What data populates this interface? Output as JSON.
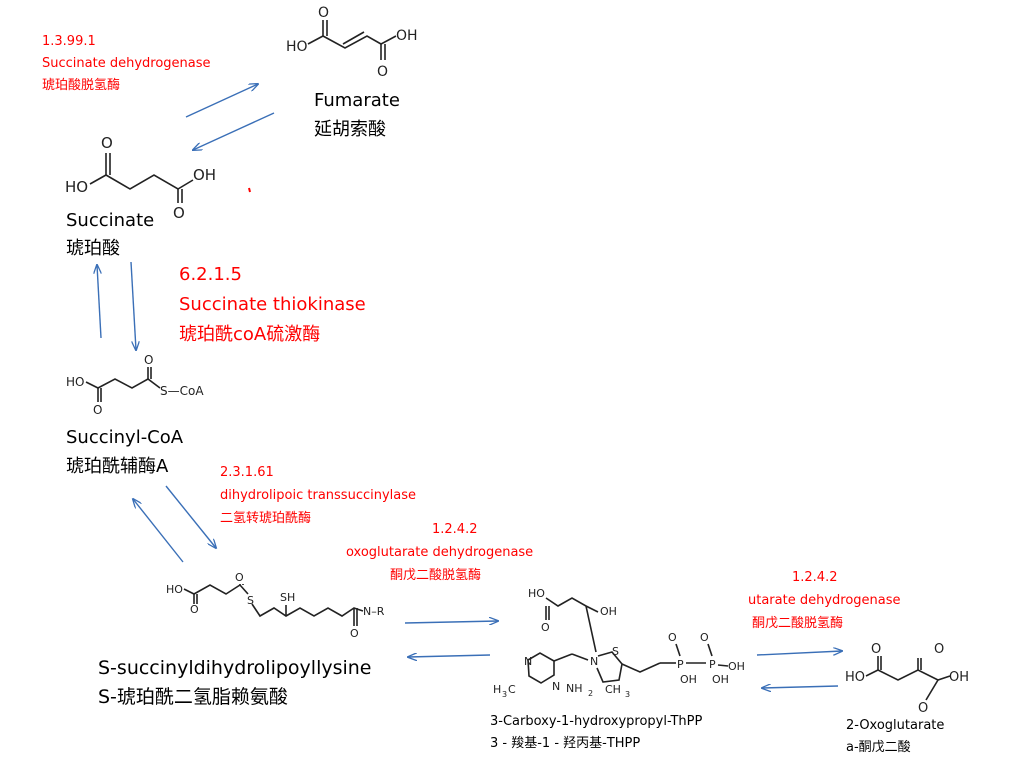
{
  "colors": {
    "enzyme": "#ff0000",
    "arrow": "#3a6fb7",
    "text": "#000000",
    "structure": "#222222"
  },
  "enzymes": [
    {
      "id": "sdh",
      "ec": "1.3.99.1",
      "name_en": "Succinate dehydrogenase",
      "name_zh": "琥珀酸脱氢酶"
    },
    {
      "id": "stk",
      "ec": "6.2.1.5",
      "name_en": "Succinate thiokinase",
      "name_zh": "琥珀酰coA硫激酶"
    },
    {
      "id": "dlst",
      "ec": "2.3.1.61",
      "name_en": "dihydrolipoic transsuccinylase",
      "name_zh": "二氢转琥珀酰酶"
    },
    {
      "id": "ogdh1",
      "ec": "1.2.4.2",
      "name_en": "oxoglutarate dehydrogenase",
      "name_zh": "酮戊二酸脱氢酶"
    },
    {
      "id": "ogdh2",
      "ec": "1.2.4.2",
      "name_en": "utarate dehydrogenase",
      "name_zh": "酮戊二酸脱氢酶"
    }
  ],
  "compounds": [
    {
      "id": "fumarate",
      "name_en": "Fumarate",
      "name_zh": "延胡索酸"
    },
    {
      "id": "succinate",
      "name_en": "Succinate",
      "name_zh": "琥珀酸"
    },
    {
      "id": "succinyl_coa",
      "name_en": "Succinyl-CoA",
      "name_zh": "琥珀酰辅酶A"
    },
    {
      "id": "s_succinyl",
      "name_en": "S-succinyldihydrolipoyllysine",
      "name_zh": "S-琥珀酰二氢脂赖氨酸"
    },
    {
      "id": "carboxy_thpp",
      "name_en": "3-Carboxy-1-hydroxypropyl-ThPP",
      "name_zh": "3 - 羧基-1 - 羟丙基-THPP"
    },
    {
      "id": "oxoglutarate",
      "name_en": "2-Oxoglutarate",
      "name_zh": "a-酮戊二酸"
    }
  ],
  "structure_labels": {
    "ho": "HO",
    "oh": "OH",
    "o": "O",
    "s_coa": "S—CoA",
    "s": "S",
    "sh": "SH",
    "nh": "N–R",
    "h": "H",
    "n": "N",
    "nplus": "N",
    "nh2": "NH",
    "two": "2",
    "h3c": "H",
    "three": "3",
    "ch3": "CH",
    "p": "P",
    "c": "C"
  }
}
